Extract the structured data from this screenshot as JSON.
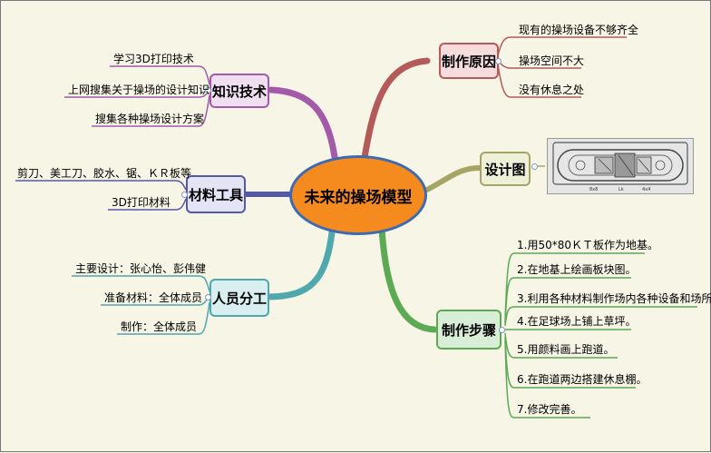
{
  "center": {
    "title": "未来的操场模型"
  },
  "branches": {
    "reasons": {
      "label": "制作原因",
      "color": "#b45a5a",
      "items": [
        "现有的操场设备不够齐全",
        "操场空间不大",
        "没有休息之处"
      ]
    },
    "design": {
      "label": "设计图",
      "color": "#a7a565"
    },
    "steps": {
      "label": "制作步骤",
      "color": "#5daa55",
      "items": [
        "1.用50*80ＫＴ板作为地基。",
        "2.在地基上绘画板块图。",
        "3.利用各种材料制作场内各种设备和场所。",
        "4.在足球场上铺上草坪。",
        "5.用颜料画上跑道。",
        "6.在跑道两边搭建休息棚。",
        "7.修改完善。"
      ]
    },
    "knowledge": {
      "label": "知识技术",
      "color": "#a35aa8",
      "items": [
        "学习3D打印技术",
        "上网搜集关于操场的设计知识",
        "搜集各种操场设计方案"
      ]
    },
    "materials": {
      "label": "材料工具",
      "color": "#5558a5",
      "items": [
        "剪刀、美工刀、胶水、锯、ＫＲ板等",
        "3D打印材料"
      ]
    },
    "people": {
      "label": "人员分工",
      "color": "#4fa8ad",
      "items": [
        "主要设计：张心怡、彭伟健",
        "准备材料：全体成员",
        "制作：全体成员"
      ]
    }
  },
  "design_image": {
    "caption_labels": [
      "8x8",
      "Lk",
      "4x4"
    ]
  }
}
